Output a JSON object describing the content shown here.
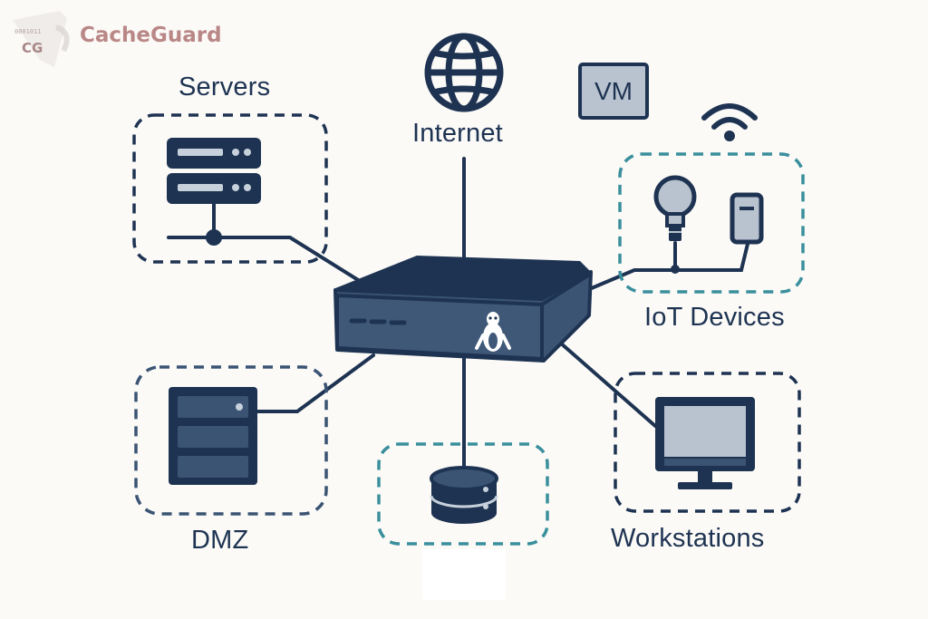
{
  "brand": {
    "name": "CacheGuard",
    "badge": "CG",
    "bits": "0001011"
  },
  "labels": {
    "internet": "Internet",
    "servers": "Servers",
    "iot": "IoT Devices",
    "dmz": "DMZ",
    "workstations": "Workstations",
    "vm": "VM"
  },
  "colors": {
    "navy": "#1e3352",
    "teal": "#3a8f9c",
    "steel": "#3b5474",
    "box_fill": "#b9c3cf",
    "background": "#fbfaf7"
  },
  "icons": {
    "internet": "globe-icon",
    "servers": "rack-server-icon",
    "iot": [
      "light-bulb-icon",
      "sensor-device-icon",
      "wifi-icon"
    ],
    "dmz": "server-tower-icon",
    "storage": "database-icon",
    "workstations": "monitor-icon",
    "hub": "penguin-icon"
  }
}
